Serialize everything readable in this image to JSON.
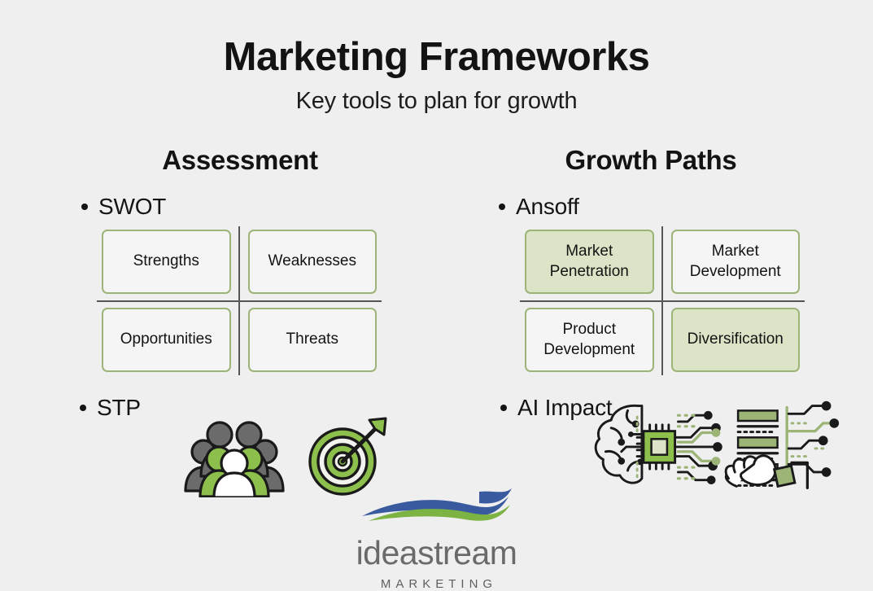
{
  "header": {
    "title": "Marketing Frameworks",
    "subtitle": "Key tools to plan for growth"
  },
  "colors": {
    "background": "#efeff0",
    "box_border_green": "#9cb577",
    "box_fill_green": "#dbe4c6",
    "box_fill_plain": "#f5f5f5",
    "divider_gray": "#555555",
    "text_dark": "#131313",
    "icon_green": "#8cbf4b",
    "icon_gray": "#6b6b6b",
    "logo_blue": "#3a5a9f",
    "logo_green": "#7cb342",
    "logo_gray": "#6a6a6a"
  },
  "columns": {
    "left": {
      "heading": "Assessment",
      "items": [
        {
          "label": "SWOT"
        },
        {
          "label": "STP"
        }
      ],
      "swot_matrix": {
        "cells": [
          {
            "label": "Strengths",
            "filled": false
          },
          {
            "label": "Weaknesses",
            "filled": false
          },
          {
            "label": "Opportunities",
            "filled": false
          },
          {
            "label": "Threats",
            "filled": false
          }
        ]
      },
      "stp_icons": [
        "people-group-icon",
        "target-bullseye-icon"
      ]
    },
    "right": {
      "heading": "Growth Paths",
      "items": [
        {
          "label": "Ansoff"
        },
        {
          "label": "AI Impact"
        }
      ],
      "ansoff_matrix": {
        "cells": [
          {
            "label": "Market Penetration",
            "filled": true
          },
          {
            "label": "Market Development",
            "filled": false
          },
          {
            "label": "Product Development",
            "filled": false
          },
          {
            "label": "Diversification",
            "filled": true
          }
        ]
      },
      "ai_icons": [
        "brain-circuit-icon",
        "cpu-chip-icon",
        "server-rack-icon",
        "robot-hand-icon"
      ]
    }
  },
  "logo": {
    "swoosh": "wave-swoosh-icon",
    "word": "ideastream",
    "sub": "MARKETING"
  }
}
